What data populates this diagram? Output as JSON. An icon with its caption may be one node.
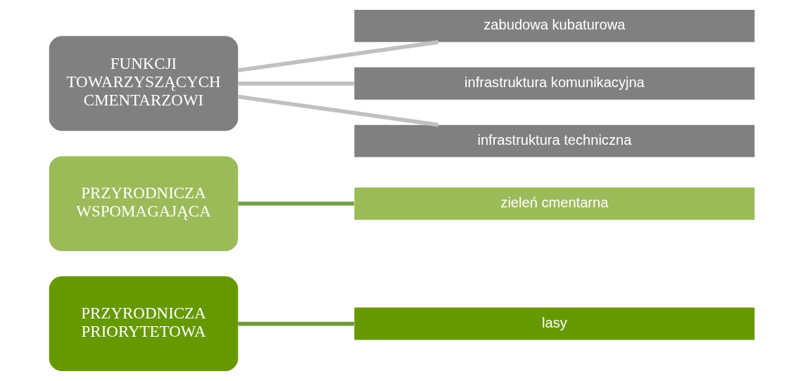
{
  "diagram": {
    "nodes": [
      {
        "text": [
          "PRZYRODNICZA PRIORYTETOWA"
        ]
      },
      {
        "text": [
          "lasy"
        ]
      },
      {
        "text": [
          "PRZYRODNICZA WSPOMAGAJĄCA"
        ]
      },
      {
        "text": [
          "zieleń cmentarna"
        ]
      },
      {
        "text": [
          "FUNKCJI TOWARZYSZĄCYCH CMENTARZOWI"
        ]
      },
      {
        "text": [
          "zabudowa kubaturowa"
        ]
      },
      {
        "text": [
          "infrastruktura komunikacyjna"
        ]
      },
      {
        "text": [
          "infrastruktura techniczna"
        ]
      }
    ],
    "edges": [
      {
        "from": 0,
        "to": 1,
        "arrow": "none",
        "color": "#6f9a3a"
      },
      {
        "from": 2,
        "to": 3,
        "arrow": "none",
        "color": "#7aa045"
      },
      {
        "from": 4,
        "to": 5,
        "arrow": "none"
      },
      {
        "from": 4,
        "to": 6,
        "arrow": "none"
      },
      {
        "from": 4,
        "to": 7,
        "arrow": "none"
      }
    ]
  }
}
